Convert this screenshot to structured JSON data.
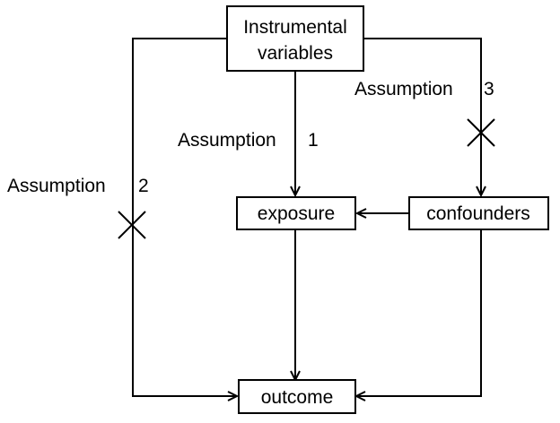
{
  "nodes": {
    "instrument": {
      "line1": "Instrumental",
      "line2": "variables"
    },
    "exposure": {
      "label": "exposure"
    },
    "confounders": {
      "label": "confounders"
    },
    "outcome": {
      "label": "outcome"
    }
  },
  "assumptions": {
    "a1": {
      "text": "Assumption",
      "number": "1",
      "violated": false
    },
    "a2": {
      "text": "Assumption",
      "number": "2",
      "violated": true
    },
    "a3": {
      "text": "Assumption",
      "number": "3",
      "violated": true
    }
  },
  "colors": {
    "stroke": "#000000",
    "background": "#ffffff"
  }
}
